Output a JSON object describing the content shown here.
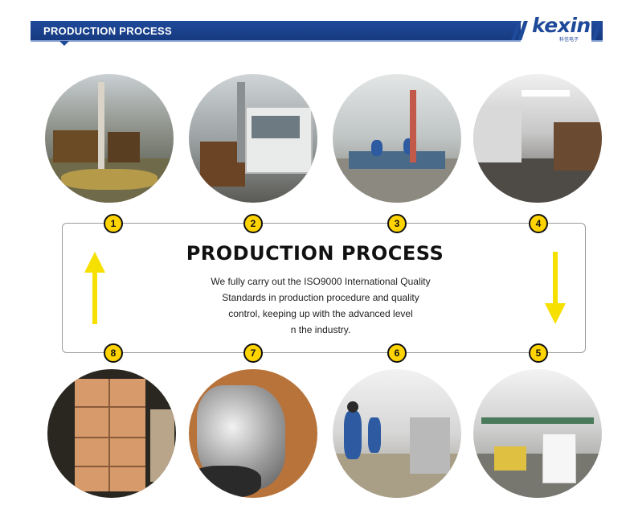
{
  "header": {
    "title": "PRODUCTION PROCESS",
    "logo_text": "kexin",
    "logo_subtext": "科信电子",
    "bar_color": "#1f4a9a"
  },
  "main": {
    "heading": "PRODUCTION PROCESS",
    "description_lines": [
      "We fully carry out the ISO9000 International Quality",
      "Standards in production procedure and quality",
      "control, keeping up with the advanced level",
      "n the industry."
    ]
  },
  "steps": [
    {
      "number": "1",
      "photo": "warehouse-photo"
    },
    {
      "number": "2",
      "photo": "cnc-machine-photo"
    },
    {
      "number": "3",
      "photo": "assembly-line-photo"
    },
    {
      "number": "4",
      "photo": "factory-hall-photo"
    },
    {
      "number": "5",
      "photo": "packing-area-photo"
    },
    {
      "number": "6",
      "photo": "workers-photo"
    },
    {
      "number": "7",
      "photo": "bagged-parts-photo"
    },
    {
      "number": "8",
      "photo": "carton-boxes-photo"
    }
  ],
  "colors": {
    "badge": "#ffd400",
    "arrow": "#f5e000",
    "border": "#9a9a9a"
  }
}
